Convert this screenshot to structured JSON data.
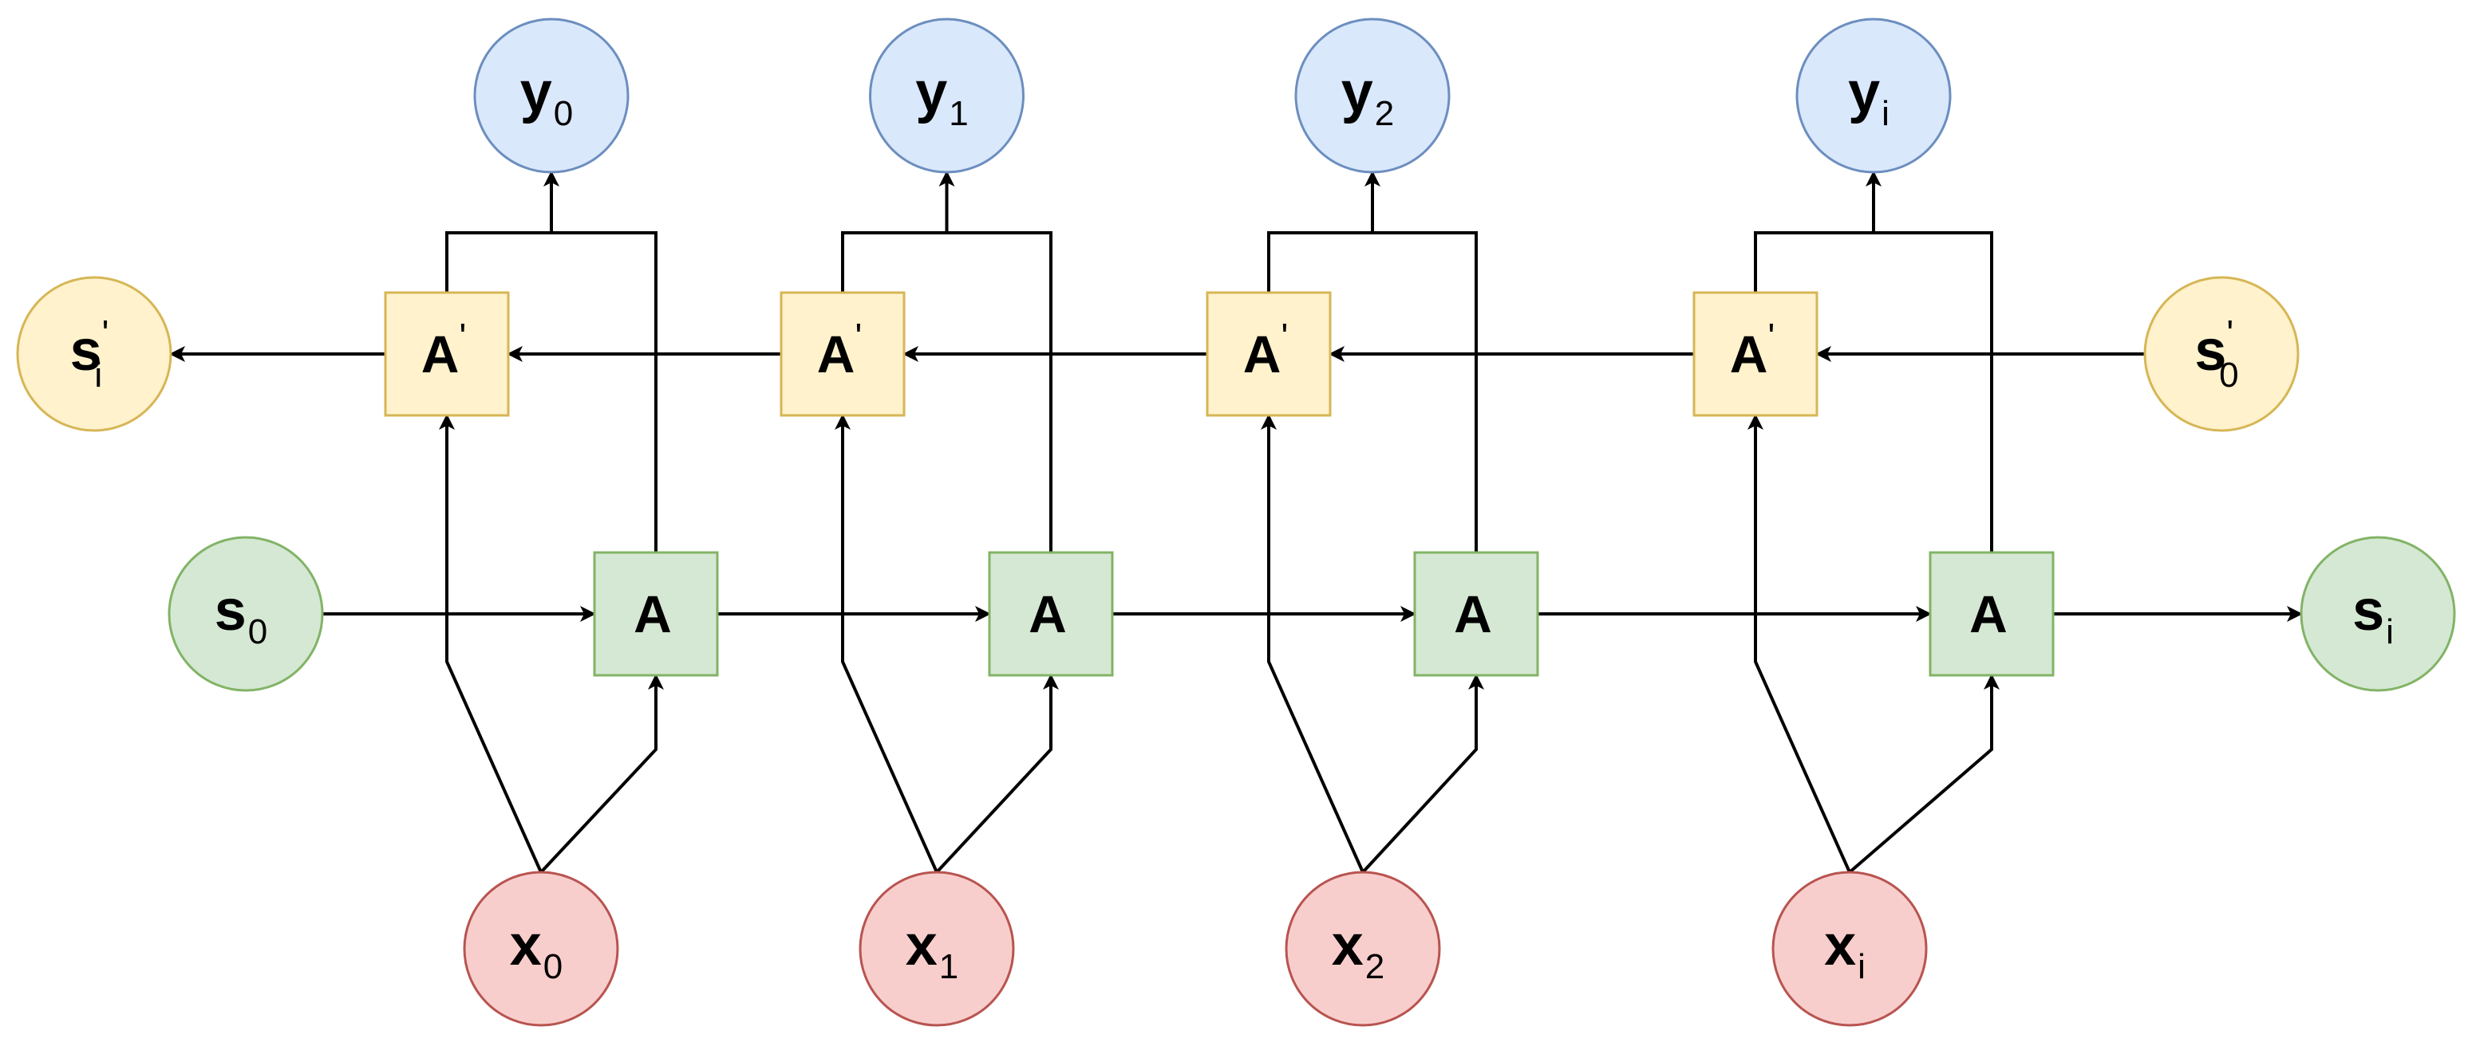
{
  "colors": {
    "output_fill": "#dae8fc",
    "output_stroke": "#6c8ebf",
    "backward_fill": "#fff2cc",
    "backward_stroke": "#d6b656",
    "forward_fill": "#d5e8d4",
    "forward_stroke": "#82b366",
    "input_fill": "#f8cecc",
    "input_stroke": "#b85450",
    "edge": "#000000"
  },
  "outputs": [
    {
      "name": "output-node-y0",
      "main": "y",
      "sub": "0"
    },
    {
      "name": "output-node-y1",
      "main": "y",
      "sub": "1"
    },
    {
      "name": "output-node-y2",
      "main": "y",
      "sub": "2"
    },
    {
      "name": "output-node-yi",
      "main": "y",
      "sub": "i"
    }
  ],
  "inputs": [
    {
      "name": "input-node-x0",
      "main": "x",
      "sub": "0"
    },
    {
      "name": "input-node-x1",
      "main": "x",
      "sub": "1"
    },
    {
      "name": "input-node-x2",
      "main": "x",
      "sub": "2"
    },
    {
      "name": "input-node-xi",
      "main": "x",
      "sub": "i"
    }
  ],
  "backward_cells": [
    {
      "name": "backward-cell-1",
      "main": "A",
      "sup": "'"
    },
    {
      "name": "backward-cell-2",
      "main": "A",
      "sup": "'"
    },
    {
      "name": "backward-cell-3",
      "main": "A",
      "sup": "'"
    },
    {
      "name": "backward-cell-4",
      "main": "A",
      "sup": "'"
    }
  ],
  "forward_cells": [
    {
      "name": "forward-cell-1",
      "main": "A"
    },
    {
      "name": "forward-cell-2",
      "main": "A"
    },
    {
      "name": "forward-cell-3",
      "main": "A"
    },
    {
      "name": "forward-cell-4",
      "main": "A"
    }
  ],
  "states": {
    "backward_final": {
      "name": "backward-state-final",
      "main": "s",
      "sup": "'",
      "sub": "i"
    },
    "backward_initial": {
      "name": "backward-state-initial",
      "main": "s",
      "sup": "'",
      "sub": "0"
    },
    "forward_initial": {
      "name": "forward-state-initial",
      "main": "s",
      "sub": "0"
    },
    "forward_final": {
      "name": "forward-state-final",
      "main": "s",
      "sub": "i"
    }
  }
}
